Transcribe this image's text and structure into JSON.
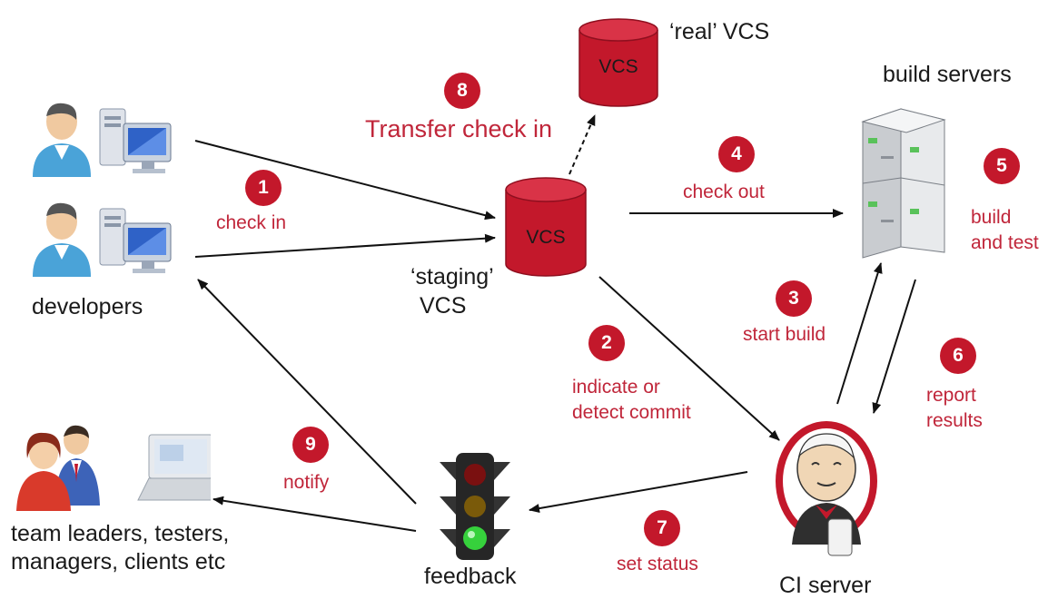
{
  "nodes": {
    "developers": "developers",
    "staging_vcs_top": "‘staging’",
    "staging_vcs_bottom": "VCS",
    "staging_vcs_drum": "VCS",
    "real_vcs": "‘real’ VCS",
    "real_vcs_drum": "VCS",
    "build_servers": "build servers",
    "ci_server": "CI server",
    "feedback": "feedback",
    "team_line1": "team leaders, testers,",
    "team_line2": "managers, clients etc"
  },
  "steps": [
    {
      "num": "1",
      "label": "check in"
    },
    {
      "num": "2",
      "label_line1": "indicate or",
      "label_line2": "detect commit"
    },
    {
      "num": "3",
      "label": "start build"
    },
    {
      "num": "4",
      "label": "check out"
    },
    {
      "num": "5",
      "label_line1": "build",
      "label_line2": "and test"
    },
    {
      "num": "6",
      "label_line1": "report",
      "label_line2": "results"
    },
    {
      "num": "7",
      "label": "set status"
    },
    {
      "num": "8",
      "label": "Transfer check in"
    },
    {
      "num": "9",
      "label": "notify"
    }
  ],
  "colors": {
    "accent": "#c3182b",
    "text_red": "#c0263a",
    "text": "#1a1a1a"
  }
}
